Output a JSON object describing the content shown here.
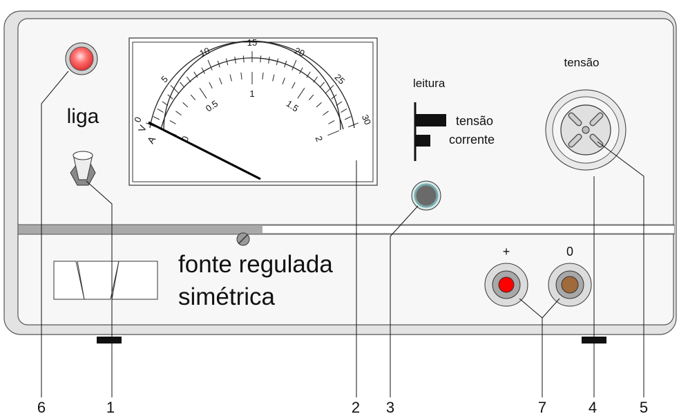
{
  "panel": {
    "power_label": "liga",
    "title_line1": "fonte regulada",
    "title_line2": "simétrica",
    "reading_label": "leitura",
    "reading_voltage": "tensão",
    "reading_current": "corrente",
    "voltage_knob_label": "tensão",
    "terminal_plus": "+",
    "terminal_zero": "0"
  },
  "meter": {
    "volt_unit": "V",
    "amp_unit": "A",
    "volt_scale": [
      "0",
      "5",
      "10",
      "15",
      "20",
      "25",
      "30"
    ],
    "amp_scale": [
      "0",
      "0.5",
      "1",
      "1.5",
      "2"
    ]
  },
  "callouts": [
    "6",
    "1",
    "2",
    "3",
    "7",
    "4",
    "5"
  ],
  "colors": {
    "panel_fill": "#f7f7f7",
    "bezel": "#c8c8c8",
    "led": "#ff6060",
    "terminal_plus": "#ff0000",
    "terminal_zero": "#9a6a3a",
    "indicator": "#7a9a9a"
  }
}
